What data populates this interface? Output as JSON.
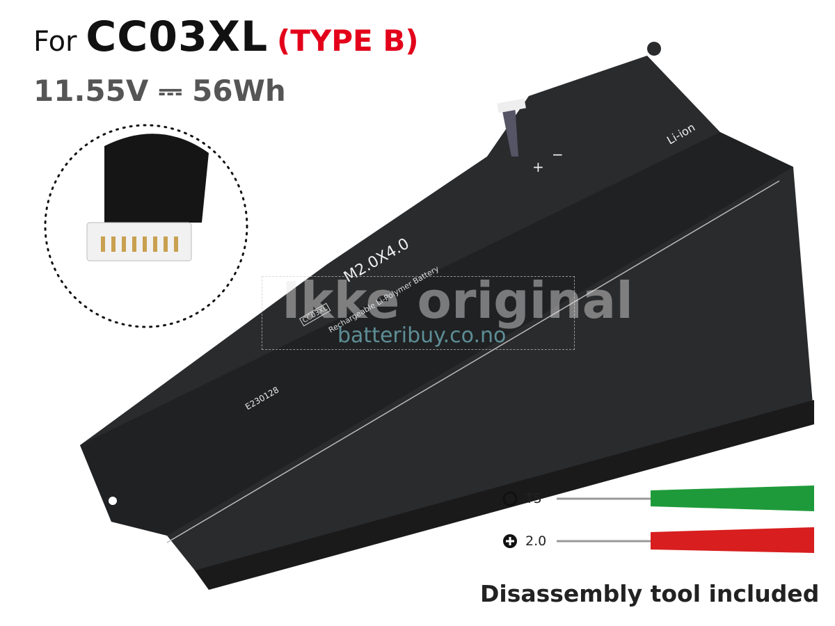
{
  "heading": {
    "prefix": "For",
    "model": "CC03XL",
    "type": "(TYPE B)"
  },
  "specs": {
    "voltage": "11.55V",
    "symbol": "⎓",
    "energy": "56Wh"
  },
  "battery_labels": {
    "screw": "M2.0X4.0",
    "name": "Rechargeable Li-Polymer Battery",
    "badge": "CC03XL",
    "code": "E230128",
    "liion": "Li-ion",
    "plus": "+",
    "minus": "−"
  },
  "watermark": {
    "text": "Ikke original",
    "site": "batteribuy.co.no"
  },
  "tools": [
    {
      "label": "T5",
      "color": "#1f9a3a"
    },
    {
      "label": "2.0",
      "color": "#d81e1e"
    }
  ],
  "footer": "Disassembly tool included"
}
